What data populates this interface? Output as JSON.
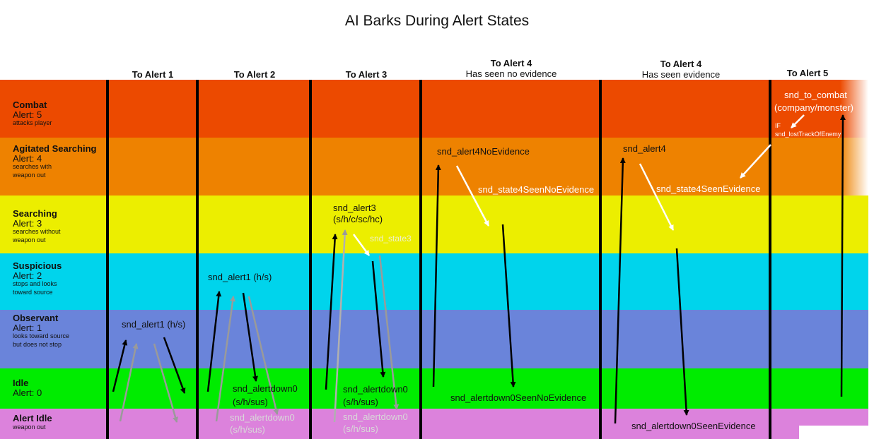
{
  "title": "AI Barks During Alert States",
  "columns": [
    {
      "h1": "To Alert 1",
      "h2": ""
    },
    {
      "h1": "To Alert 2",
      "h2": ""
    },
    {
      "h1": "To Alert 3",
      "h2": ""
    },
    {
      "h1": "To Alert 4",
      "h2": "Has seen no evidence"
    },
    {
      "h1": "To Alert 4",
      "h2": "Has seen evidence"
    },
    {
      "h1": "To Alert 5",
      "h2": ""
    }
  ],
  "rows": [
    {
      "name": "Combat",
      "alert": "Alert: 5",
      "desc": "attacks player",
      "color": "#ec4a00"
    },
    {
      "name": "Agitated Searching",
      "alert": "Alert: 4",
      "desc": "searches with\n weapon out",
      "color": "#ee8200"
    },
    {
      "name": "Searching",
      "alert": "Alert: 3",
      "desc": "searches without\nweapon out",
      "color": "#ecee00"
    },
    {
      "name": "Suspicious",
      "alert": "Alert: 2",
      "desc": "stops and looks\ntoward source",
      "color": "#00d4ec"
    },
    {
      "name": "Observant",
      "alert": "Alert: 1",
      "desc": "looks toward source\nbut does not stop",
      "color": "#6a84da"
    },
    {
      "name": "Idle",
      "alert": "Alert: 0",
      "desc": "",
      "color": "#00ec00"
    },
    {
      "name": "Alert Idle",
      "alert": "",
      "desc": "weapon out",
      "color": "#dc82dc"
    }
  ],
  "barks": {
    "c1_up": "snd_alert1 (h/s)",
    "c2_up": "snd_alert1 (h/s)",
    "c2_down_a": "snd_alertdown0",
    "c2_down_b": "(s/h/sus)",
    "c2_down_g_a": "snd_alertdown0",
    "c2_down_g_b": "(s/h/sus)",
    "c3_up_a": "snd_alert3",
    "c3_up_b": "(s/h/c/sc/hc)",
    "c3_state": "snd_state3",
    "c3_down_a": "snd_alertdown0",
    "c3_down_b": "(s/h/sus)",
    "c3_down_g_a": "snd_alertdown0",
    "c3_down_g_b": "(s/h/sus)",
    "c4_up": "snd_alert4NoEvidence",
    "c4_state": "snd_state4SeenNoEvidence",
    "c4_down": "snd_alertdown0SeenNoEvidence",
    "c5_up": "snd_alert4",
    "c5_state": "snd_state4SeenEvidence",
    "c5_down": "snd_alertdown0SeenEvidence",
    "c6_up_a": "snd_to_combat",
    "c6_up_b": "(company/monster)",
    "c6_if": "IF",
    "c6_lost": "snd_lostTrackOfEnemy"
  }
}
